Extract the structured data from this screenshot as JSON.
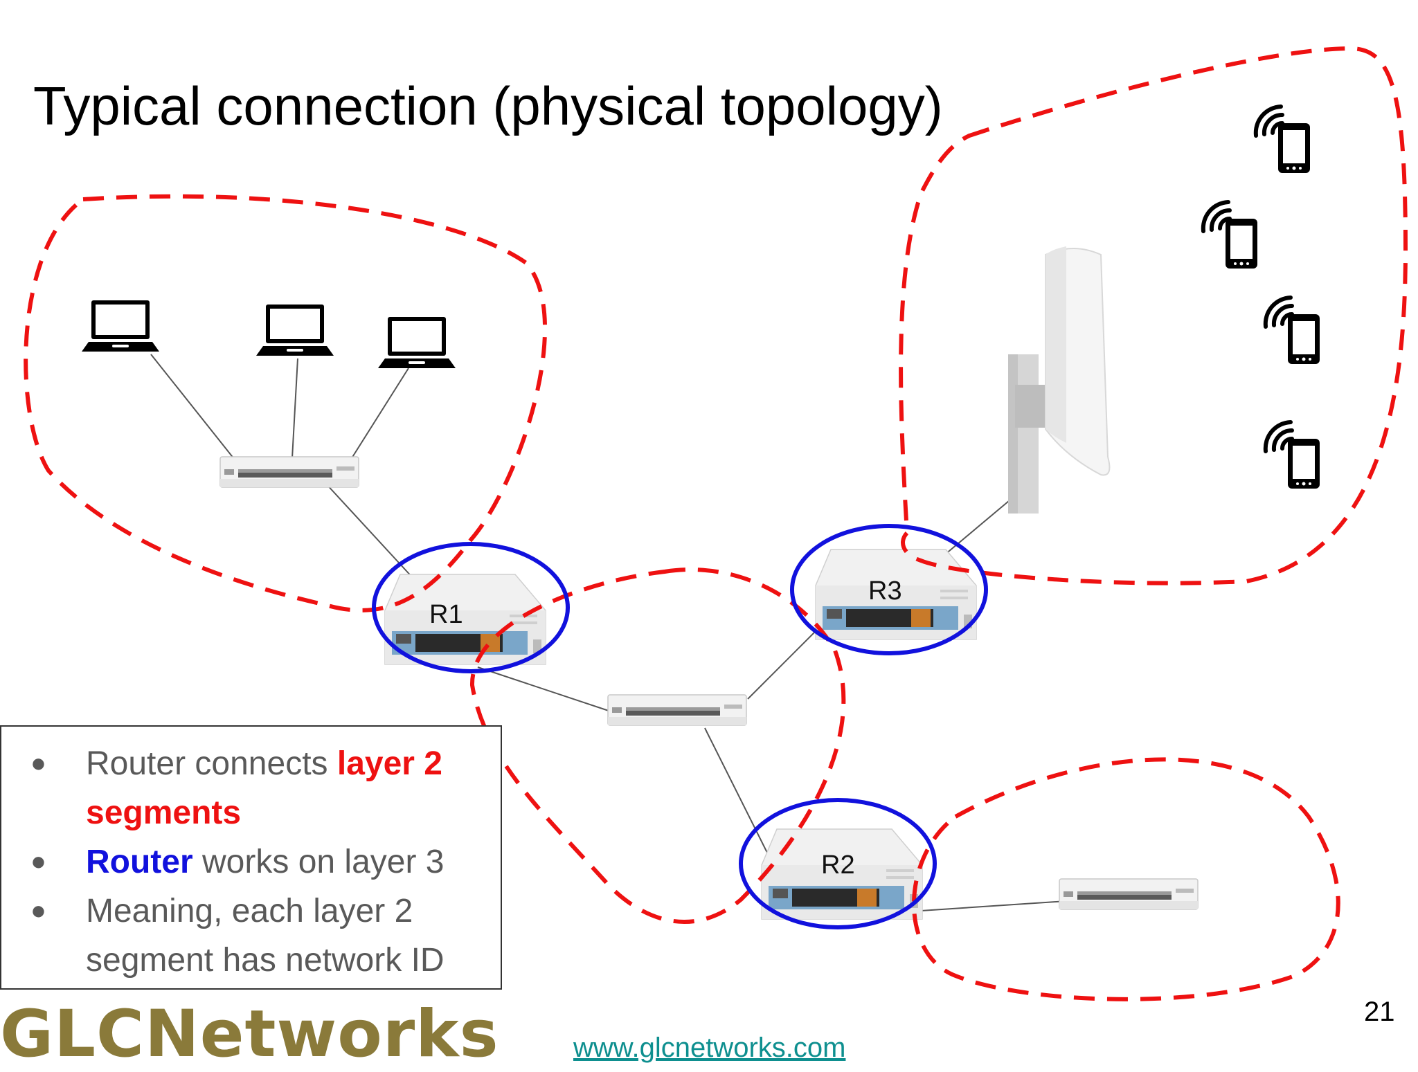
{
  "slide": {
    "title": "Typical connection (physical topology)",
    "page_number": "21",
    "url": "www.glcnetworks.com",
    "logo_text": "GLCNetworks"
  },
  "routers": [
    {
      "label": "R1"
    },
    {
      "label": "R2"
    },
    {
      "label": "R3"
    }
  ],
  "bullets": [
    {
      "pre": "Router connects ",
      "highlight": "layer 2 segments",
      "post": ""
    },
    {
      "pre": "",
      "highlight": "Router",
      "post": " works on layer 3"
    },
    {
      "pre": "",
      "highlight": "",
      "post": "Meaning, each layer 2 segment has network ID"
    }
  ],
  "colors": {
    "segment_boundary": "#ee1111",
    "router_highlight": "#1111dd",
    "logo": "#8a7a3a",
    "url": "#0e8f8f"
  }
}
